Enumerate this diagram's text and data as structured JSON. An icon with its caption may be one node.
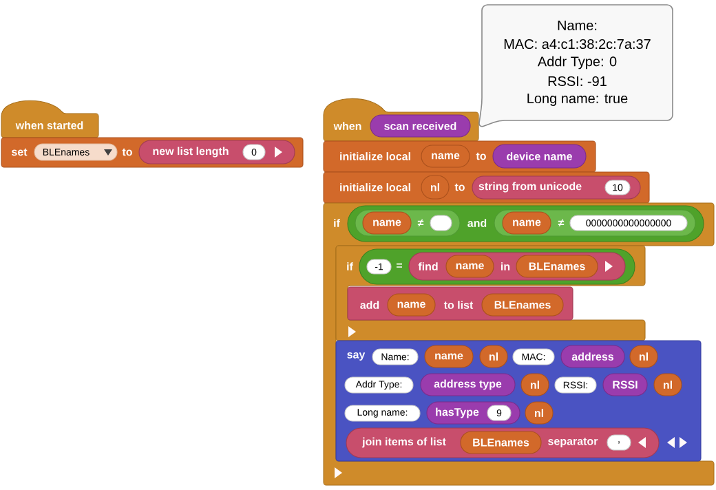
{
  "diagram": {
    "nodes": [
      {
        "text": [
          "when started"
        ]
      },
      {
        "text": [
          "set",
          "to"
        ]
      },
      {
        "text": [
          "BLEnames"
        ],
        "in": 1
      },
      {
        "text": [
          "new list length"
        ],
        "in": 1
      },
      {
        "text": [
          "0"
        ],
        "in": 3
      },
      {
        "text": [
          "when"
        ]
      },
      {
        "text": [
          "scan received"
        ],
        "in": 5
      },
      {
        "text": [
          "Name:",
          "MAC: a4:c1:38:2c:7a:37",
          "Addr Type: 0",
          "RSSI: -91",
          "Long name: true"
        ]
      },
      {
        "text": [
          "initialize local",
          "to"
        ]
      },
      {
        "text": [
          "name"
        ],
        "in": 8
      },
      {
        "text": [
          "device name"
        ],
        "in": 8
      },
      {
        "text": [
          "initialize local",
          "to"
        ]
      },
      {
        "text": [
          "nl"
        ],
        "in": 11
      },
      {
        "text": [
          "string from unicode"
        ],
        "in": 11
      },
      {
        "text": [
          "10"
        ],
        "in": 13
      },
      {
        "text": [
          "if"
        ]
      },
      {
        "text": [
          "and"
        ],
        "in": 15
      },
      {
        "text": [
          "≠"
        ],
        "in": 16
      },
      {
        "text": [
          "name"
        ],
        "in": 17
      },
      {
        "text": [],
        "shape": "box",
        "in": 17
      },
      {
        "text": [
          "≠"
        ],
        "in": 16
      },
      {
        "text": [
          "name"
        ],
        "in": 20
      },
      {
        "text": [
          "0000000000000000"
        ],
        "in": 20
      },
      {
        "text": [
          "if"
        ],
        "in": 15
      },
      {
        "text": [
          "="
        ],
        "in": 23
      },
      {
        "text": [
          "-1"
        ],
        "in": 24
      },
      {
        "text": [
          "find",
          "in"
        ],
        "in": 24
      },
      {
        "text": [
          "name"
        ],
        "in": 26
      },
      {
        "text": [
          "BLEnames"
        ],
        "in": 26
      },
      {
        "text": [
          "add",
          "to list"
        ],
        "in": 23
      },
      {
        "text": [
          "name"
        ],
        "in": 29
      },
      {
        "text": [
          "BLEnames"
        ],
        "in": 29
      },
      {
        "text": [
          "say"
        ],
        "in": 15
      },
      {
        "text": [
          "Name:"
        ],
        "in": 32
      },
      {
        "text": [
          "name"
        ],
        "in": 32
      },
      {
        "text": [
          "nl"
        ],
        "in": 32
      },
      {
        "text": [
          "MAC:"
        ],
        "in": 32
      },
      {
        "text": [
          "address"
        ],
        "in": 32
      },
      {
        "text": [
          "nl"
        ],
        "in": 32
      },
      {
        "text": [
          "Addr Type:"
        ],
        "in": 32
      },
      {
        "text": [
          "address type"
        ],
        "in": 32
      },
      {
        "text": [
          "nl"
        ],
        "in": 32
      },
      {
        "text": [
          "RSSI:"
        ],
        "in": 32
      },
      {
        "text": [
          "RSSI"
        ],
        "in": 32
      },
      {
        "text": [
          "nl"
        ],
        "in": 32
      },
      {
        "text": [
          "Long name:"
        ],
        "in": 32
      },
      {
        "text": [
          "hasType"
        ],
        "in": 32
      },
      {
        "text": [
          "9"
        ],
        "in": 46
      },
      {
        "text": [
          "nl"
        ],
        "in": 32
      },
      {
        "text": [
          "join items of list",
          "separator"
        ],
        "in": 32
      },
      {
        "text": [
          "BLEnames"
        ],
        "in": 49
      },
      {
        "text": [
          ","
        ],
        "in": 49
      }
    ]
  }
}
